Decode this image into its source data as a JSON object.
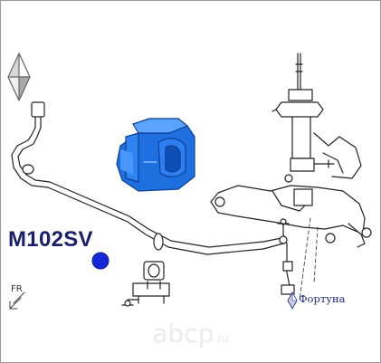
{
  "part_number": "M102SV",
  "direction_label": "FR",
  "brand_label": "Фортуна",
  "watermark": {
    "main": "abcp",
    "suffix": ".ru"
  },
  "colors": {
    "bushing": "#1e6fe0",
    "bushing_highlight": "#5aa3ff",
    "marker": "#1428d8",
    "part_number_text": "#1a1f6b",
    "line_art": "#222222"
  }
}
